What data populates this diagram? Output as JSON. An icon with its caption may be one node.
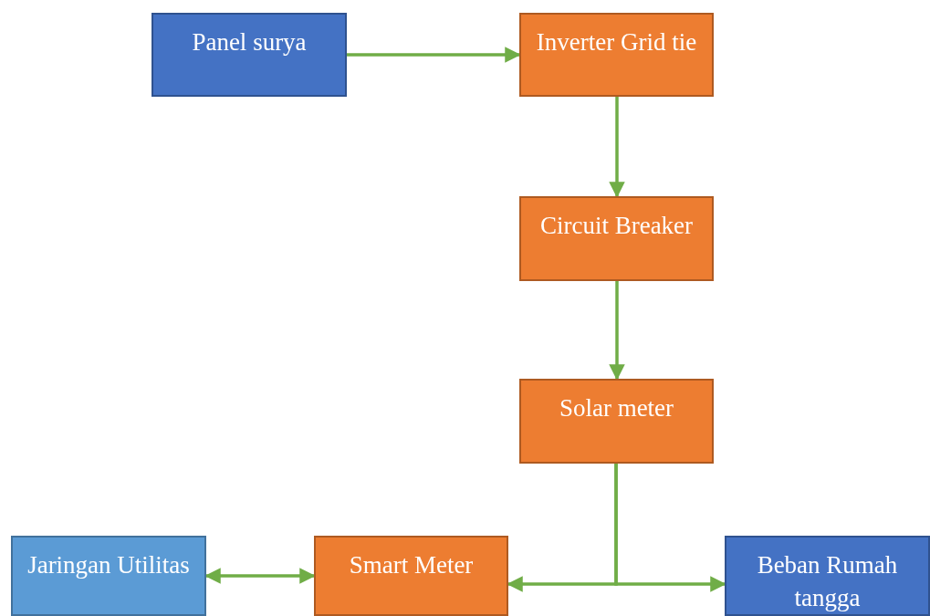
{
  "diagram": {
    "nodes": [
      {
        "text": [
          "Panel surya"
        ]
      },
      {
        "text": [
          "Inverter Grid tie"
        ]
      },
      {
        "text": [
          "Circuit Breaker"
        ]
      },
      {
        "text": [
          "Solar meter"
        ]
      },
      {
        "text": [
          "Jaringan Utilitas"
        ]
      },
      {
        "text": [
          "Smart Meter"
        ]
      },
      {
        "text": [
          "Beban Rumah tangga"
        ]
      }
    ],
    "edges": [
      {
        "from": 0,
        "to": 1,
        "arrow": "to"
      },
      {
        "from": 1,
        "to": 2,
        "arrow": "to"
      },
      {
        "from": 2,
        "to": 3,
        "arrow": "to"
      },
      {
        "from": 3,
        "to": 5,
        "arrow": "to"
      },
      {
        "from": 3,
        "to": 6,
        "arrow": "to"
      },
      {
        "from": 4,
        "to": 5,
        "arrow": "both"
      }
    ]
  }
}
